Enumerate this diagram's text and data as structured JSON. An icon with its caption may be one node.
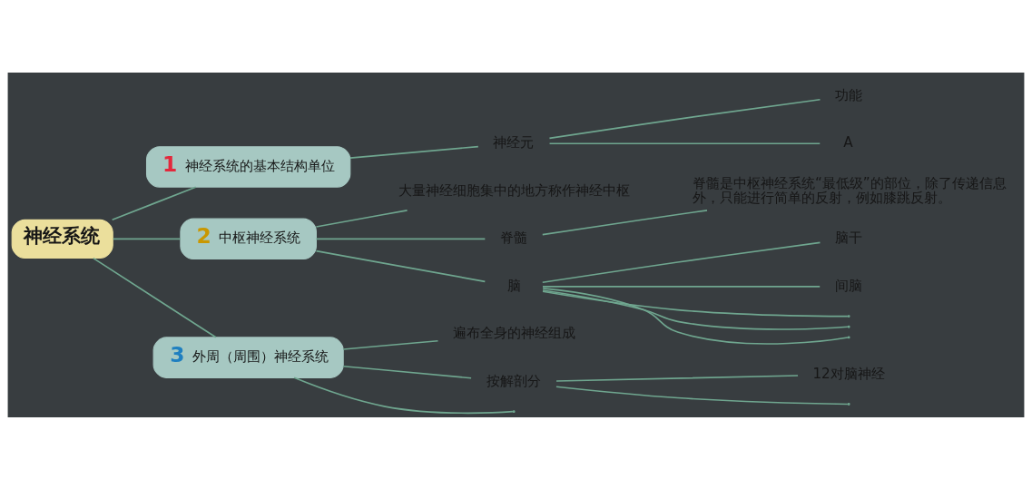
{
  "diagram": {
    "nodes": [
      {
        "text": [
          "神经系统"
        ]
      },
      {
        "text": [
          "1",
          "神经系统的基本结构单位"
        ]
      },
      {
        "text": [
          "神经元"
        ]
      },
      {
        "text": [
          "功能"
        ]
      },
      {
        "text": [
          "A"
        ]
      },
      {
        "text": [
          "2",
          "中枢神经系统"
        ]
      },
      {
        "text": [
          "大量神经细胞集中的地方称作神经中枢"
        ]
      },
      {
        "text": [
          "脊髓"
        ]
      },
      {
        "text": [
          "脊髓是中枢神经系统“最低级”的部位，除了传递信息外，只能进行简单的反射，例如膝跳反射。"
        ]
      },
      {
        "text": [
          "脑"
        ]
      },
      {
        "text": [
          "脑干"
        ]
      },
      {
        "text": [
          "间脑"
        ]
      },
      {
        "text": [],
        "shape": "point"
      },
      {
        "text": [],
        "shape": "point"
      },
      {
        "text": [],
        "shape": "point"
      },
      {
        "text": [
          "3",
          "外周（周围）神经系统"
        ]
      },
      {
        "text": [
          "遍布全身的神经组成"
        ]
      },
      {
        "text": [
          "按解剖分"
        ]
      },
      {
        "text": [
          "12对脑神经"
        ]
      },
      {
        "text": [],
        "shape": "point"
      },
      {
        "text": [],
        "shape": "point"
      }
    ],
    "edges": [
      {
        "from": 0,
        "to": 1,
        "arrow": "none"
      },
      {
        "from": 1,
        "to": 2,
        "arrow": "none"
      },
      {
        "from": 2,
        "to": 3,
        "arrow": "none"
      },
      {
        "from": 2,
        "to": 4,
        "arrow": "none"
      },
      {
        "from": 0,
        "to": 5,
        "arrow": "none"
      },
      {
        "from": 5,
        "to": 6,
        "arrow": "none"
      },
      {
        "from": 5,
        "to": 7,
        "arrow": "none"
      },
      {
        "from": 7,
        "to": 8,
        "arrow": "none"
      },
      {
        "from": 5,
        "to": 9,
        "arrow": "none"
      },
      {
        "from": 9,
        "to": 10,
        "arrow": "none"
      },
      {
        "from": 9,
        "to": 11,
        "arrow": "none"
      },
      {
        "from": 9,
        "to": 12,
        "arrow": "none"
      },
      {
        "from": 9,
        "to": 13,
        "arrow": "none"
      },
      {
        "from": 9,
        "to": 14,
        "arrow": "none"
      },
      {
        "from": 0,
        "to": 15,
        "arrow": "none"
      },
      {
        "from": 15,
        "to": 16,
        "arrow": "none"
      },
      {
        "from": 15,
        "to": 17,
        "arrow": "none"
      },
      {
        "from": 17,
        "to": 18,
        "arrow": "none"
      },
      {
        "from": 17,
        "to": 19,
        "arrow": "none"
      },
      {
        "from": 15,
        "to": 20,
        "arrow": "none"
      }
    ]
  }
}
